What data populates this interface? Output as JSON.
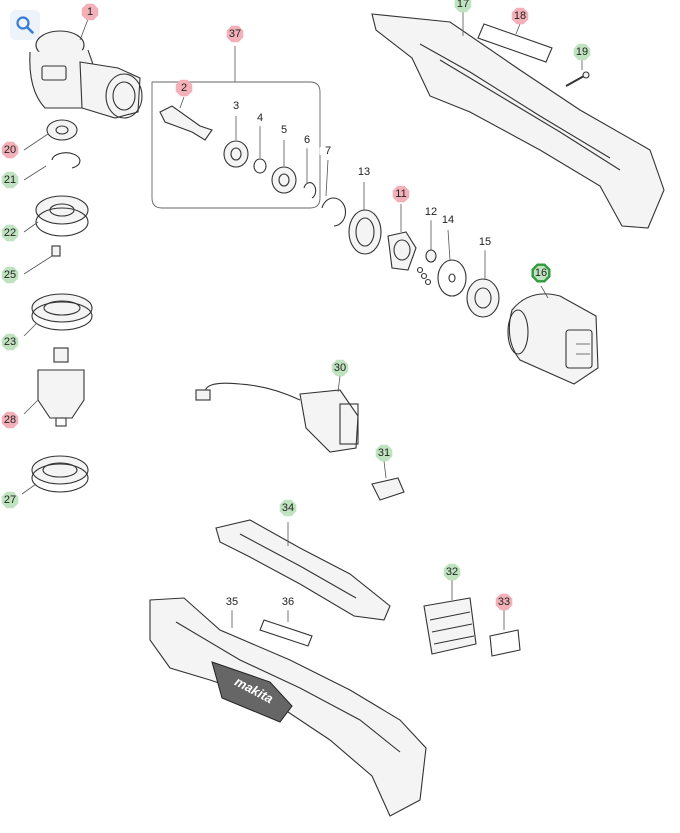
{
  "toolbar": {
    "zoom_icon": "magnifier-icon"
  },
  "colors": {
    "pink": "#f3b0b8",
    "green": "#bfe3bf",
    "highlight_ring": "#2e9a3c",
    "white": "#ffffff"
  },
  "callouts": [
    {
      "id": "1",
      "color": "pink"
    },
    {
      "id": "2",
      "color": "pink"
    },
    {
      "id": "3",
      "color": "white"
    },
    {
      "id": "4",
      "color": "white"
    },
    {
      "id": "5",
      "color": "white"
    },
    {
      "id": "6",
      "color": "white"
    },
    {
      "id": "7",
      "color": "white"
    },
    {
      "id": "11",
      "color": "pink"
    },
    {
      "id": "12",
      "color": "white"
    },
    {
      "id": "13",
      "color": "white"
    },
    {
      "id": "14",
      "color": "white"
    },
    {
      "id": "15",
      "color": "white"
    },
    {
      "id": "16",
      "color": "green",
      "highlighted": true
    },
    {
      "id": "17",
      "color": "green"
    },
    {
      "id": "18",
      "color": "pink"
    },
    {
      "id": "19",
      "color": "green"
    },
    {
      "id": "20",
      "color": "pink"
    },
    {
      "id": "21",
      "color": "green"
    },
    {
      "id": "22",
      "color": "green"
    },
    {
      "id": "25",
      "color": "green"
    },
    {
      "id": "23",
      "color": "green"
    },
    {
      "id": "28",
      "color": "pink"
    },
    {
      "id": "27",
      "color": "green"
    },
    {
      "id": "30",
      "color": "green"
    },
    {
      "id": "31",
      "color": "green"
    },
    {
      "id": "34",
      "color": "green"
    },
    {
      "id": "32",
      "color": "green"
    },
    {
      "id": "33",
      "color": "pink"
    },
    {
      "id": "35",
      "color": "white"
    },
    {
      "id": "36",
      "color": "white"
    },
    {
      "id": "37",
      "color": "pink"
    }
  ],
  "brand_text": "makita"
}
